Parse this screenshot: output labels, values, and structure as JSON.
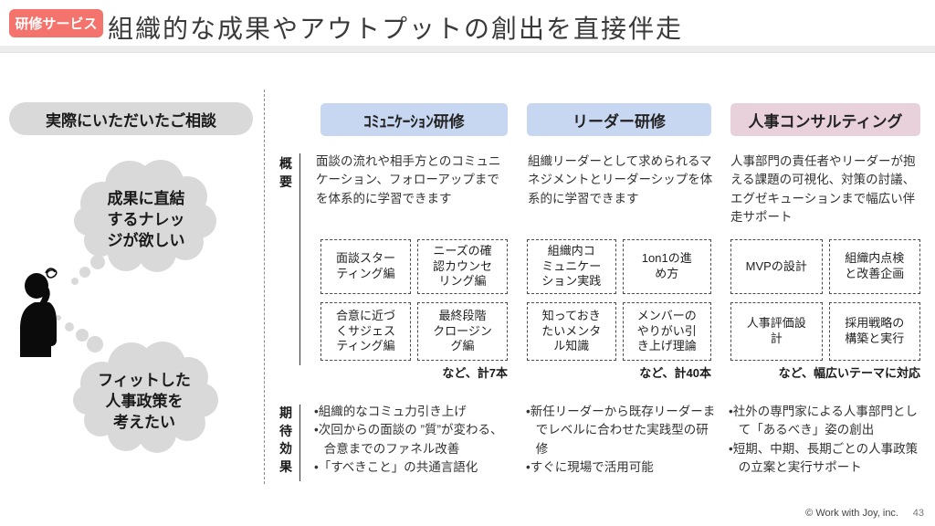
{
  "header": {
    "badge": "研修サービス",
    "title": "組織的な成果やアウトプットの創出を直接伴走",
    "badge_color": "#f4736c"
  },
  "left_panel": {
    "title": "実際にいただいたご相談",
    "bubbles": [
      {
        "text": "成果に直結\nするナレッ\nジが欲しい"
      },
      {
        "text": "フィットした\n人事政策を\n考えたい"
      }
    ],
    "person_icon": "thinking-person-silhouette",
    "bubble_color": "#d9d9d9"
  },
  "matrix": {
    "row_labels": {
      "overview": "概要",
      "effects": "期待効果"
    },
    "columns": [
      {
        "header": "ｺﾐｭﾆｹｰｼｮﾝ研修",
        "accent": "#c8d7f1",
        "overview": "面談の流れや相手方とのコミュニケーション、フォローアップまでを体系的に学習できます",
        "boxes": [
          "面談スター\nティング編",
          "ニーズの確\n認カウンセ\nリング編",
          "合意に近づ\nくサジェス\nティング編",
          "最終段階\nクロージン\nグ編"
        ],
        "caption": "など、計7本",
        "effects": [
          "•組織的なコミュ力引き上げ",
          "•次回からの面談の ”質”が変わる、合意までのファネル改善",
          "•「すべきこと」の共通言語化"
        ]
      },
      {
        "header": "リーダー研修",
        "accent": "#c8d7f1",
        "overview": "組織リーダーとして求められるマネジメントとリーダーシップを体系的に学習できます",
        "boxes": [
          "組織内コ\nミュニケー\nション実践",
          "1on1の進\nめ方",
          "知っておき\nたいメンタ\nル知識",
          "メンバーの\nやりがい引\nき上げ理論"
        ],
        "caption": "など、計40本",
        "effects": [
          "•新任リーダーから既存リーダーまでレベルに合わせた実践型の研修",
          "•すぐに現場で活用可能"
        ]
      },
      {
        "header": "人事コンサルティング",
        "accent": "#e9d1db",
        "overview": "人事部門の責任者やリーダーが抱える課題の可視化、対策の討議、エグゼキューションまで幅広い伴走サポート",
        "boxes": [
          "MVPの設計",
          "組織内点検\nと改善企画",
          "人事評価設\n計",
          "採用戦略の\n構築と実行"
        ],
        "caption": "など、幅広いテーマに対応",
        "effects": [
          "•社外の専門家による人事部門として「あるべき」姿の創出",
          "•短期、中期、長期ごとの人事政策の立案と実行サポート"
        ]
      }
    ]
  },
  "footer": {
    "copyright": "© Work with Joy, inc.",
    "page": "43"
  }
}
